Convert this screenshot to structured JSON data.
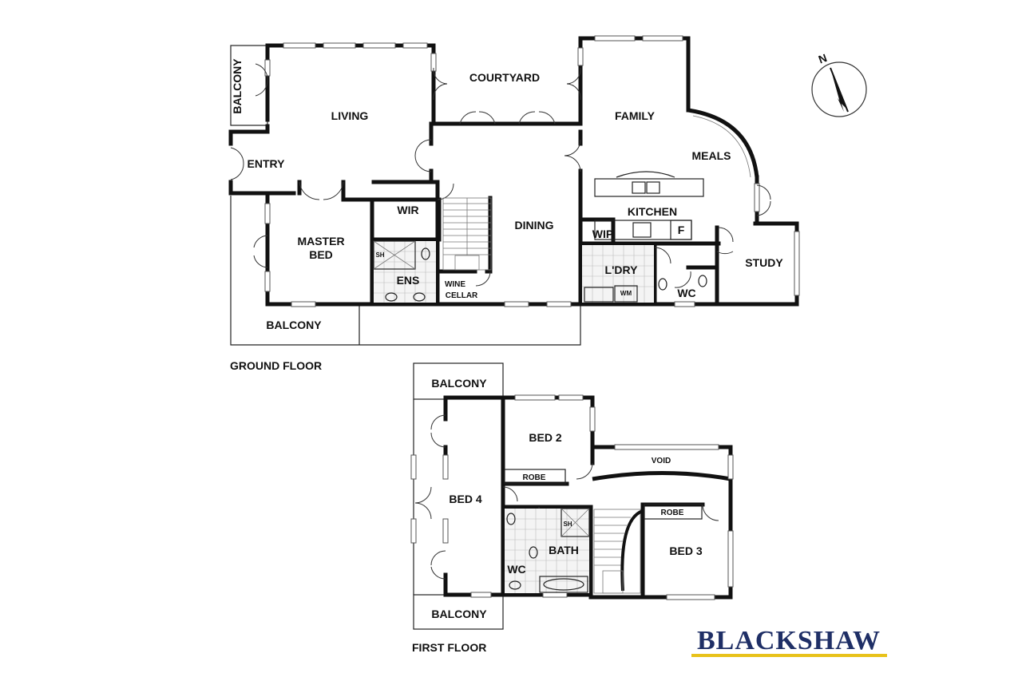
{
  "ground_floor": {
    "label": "GROUND FLOOR",
    "rooms": {
      "living": "LIVING",
      "courtyard": "COURTYARD",
      "family": "FAMILY",
      "meals": "MEALS",
      "entry": "ENTRY",
      "balcony_side": "BALCONY",
      "wir": "WIR",
      "master_bed_1": "MASTER",
      "master_bed_2": "BED",
      "ens": "ENS",
      "sh": "SH",
      "wine_1": "WINE",
      "wine_2": "CELLAR",
      "dining": "DINING",
      "kitchen": "KITCHEN",
      "wip": "WIP",
      "fridge": "F",
      "laundry": "L'DRY",
      "wm": "WM",
      "wc": "WC",
      "study": "STUDY",
      "balcony_bottom": "BALCONY"
    }
  },
  "first_floor": {
    "label": "FIRST FLOOR",
    "rooms": {
      "balcony_top": "BALCONY",
      "bed2": "BED 2",
      "robe2": "ROBE",
      "void": "VOID",
      "bed4": "BED 4",
      "sh": "SH",
      "bath": "BATH",
      "wc": "WC",
      "robe3": "ROBE",
      "bed3": "BED 3",
      "balcony_bottom": "BALCONY"
    }
  },
  "compass": {
    "label": "N",
    "icon": "north-arrow-icon"
  },
  "brand": {
    "name": "BLACKSHAW",
    "color": "#1f2f66",
    "underline": "#e8c21a"
  }
}
